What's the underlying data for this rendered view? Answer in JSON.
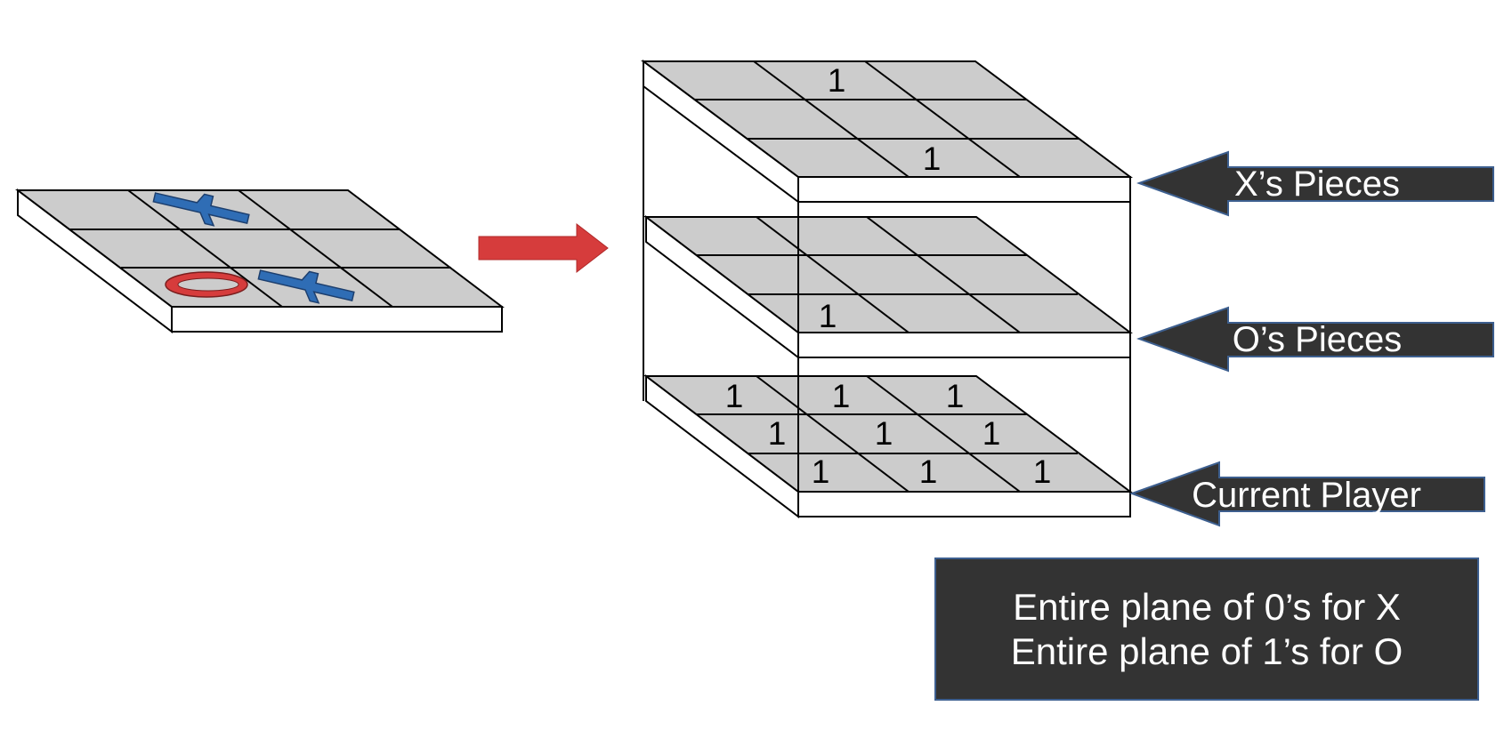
{
  "board": {
    "x_icon": "x-piece",
    "o_icon": "o-piece",
    "x_color": "#2f6db5",
    "o_color": "#d63c3c"
  },
  "transform_arrow_color": "#d63c3c",
  "planes": {
    "cell_value": "1",
    "x_pieces": {
      "label": "X’s Pieces"
    },
    "o_pieces": {
      "label": "O’s Pieces"
    },
    "current_player": {
      "label": "Current Player"
    }
  },
  "note": {
    "line1": "Entire plane of 0’s for X",
    "line2": "Entire plane of 1’s for O"
  },
  "colors": {
    "cell_fill": "#cccccc",
    "label_fill": "#333333",
    "label_border": "#3d5f8f"
  }
}
